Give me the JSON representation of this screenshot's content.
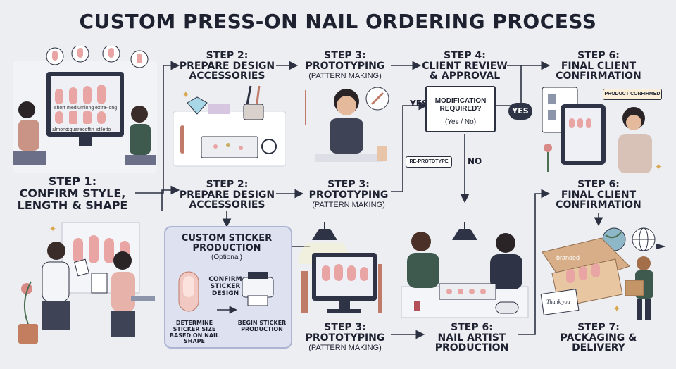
{
  "title": "CUSTOM PRESS-ON NAIL ORDERING PROCESS",
  "steps": {
    "step1": {
      "line1": "STEP 1:",
      "line2": "CONFIRM STYLE,",
      "line3": "LENGTH & SHAPE"
    },
    "step2_top": {
      "line1": "STEP 2:",
      "line2": "PREPARE DESIGN",
      "line3": "ACCESSORIES"
    },
    "step3_top": {
      "line1": "STEP 3:",
      "line2": "PROTOTYPING",
      "sub": "(PATTERN MAKING)"
    },
    "step4": {
      "line1": "STEP 4:",
      "line2": "CLIENT REVIEW",
      "line3": "& APPROVAL"
    },
    "step6_top": {
      "line1": "STEP 6:",
      "line2": "FINAL CLIENT",
      "line3": "CONFIRMATION"
    },
    "step2_mid": {
      "line1": "STEP 2:",
      "line2": "PREPARE DESIGN",
      "line3": "ACCESSORIES"
    },
    "step3_mid": {
      "line1": "STEP 3:",
      "line2": "PROTOTYPING",
      "sub": "(PATTERN MAKING)"
    },
    "step6_mid": {
      "line1": "STEP 6:",
      "line2": "FINAL CLIENT",
      "line3": "CONFIRMATION"
    },
    "step3_bot": {
      "line1": "STEP 3:",
      "line2": "PROTOTYPING",
      "sub": "(PATTERN MAKING)"
    },
    "step6_bot": {
      "line1": "STEP 6:",
      "line2": "NAIL ARTIST",
      "line3": "PRODUCTION"
    },
    "step7": {
      "line1": "STEP 7:",
      "line2": "PACKAGING &",
      "line3": "DELIVERY"
    }
  },
  "decision": {
    "question": "MODIFICATION REQUIRED?",
    "options": "(Yes / No)",
    "yes": "YES",
    "no": "NO",
    "yes_badge": "YES",
    "re_prototype": "RE-PROTOTYPE"
  },
  "product_confirmed": "PRODUCT CONFIRMED",
  "sticker": {
    "title1": "CUSTOM STICKER",
    "title2": "PRODUCTION",
    "optional": "(Optional)",
    "confirm": "CONFIRM STICKER DESIGN",
    "determine": "DETERMINE STICKER SIZE BASED ON NAIL SHAPE",
    "begin": "BEGIN STICKER PRODUCTION"
  },
  "nail_shapes": [
    "short",
    "medium",
    "long",
    "extra-long",
    "almond",
    "square",
    "coffin",
    "stiletto"
  ],
  "box_labels": {
    "branded": "branded",
    "thank_you": "Thank you"
  },
  "colors": {
    "accent": "#2e3446",
    "nail_pink": "#e9a5a3",
    "panel": "#dde1f0",
    "background": "#eceef2"
  },
  "icons": [
    "diamond-icon",
    "brush-icon",
    "lamp-icon",
    "globe-icon",
    "airplane-icon",
    "truck-icon",
    "flower-icon",
    "sparkle-icon",
    "printer-icon",
    "tablet-icon"
  ]
}
